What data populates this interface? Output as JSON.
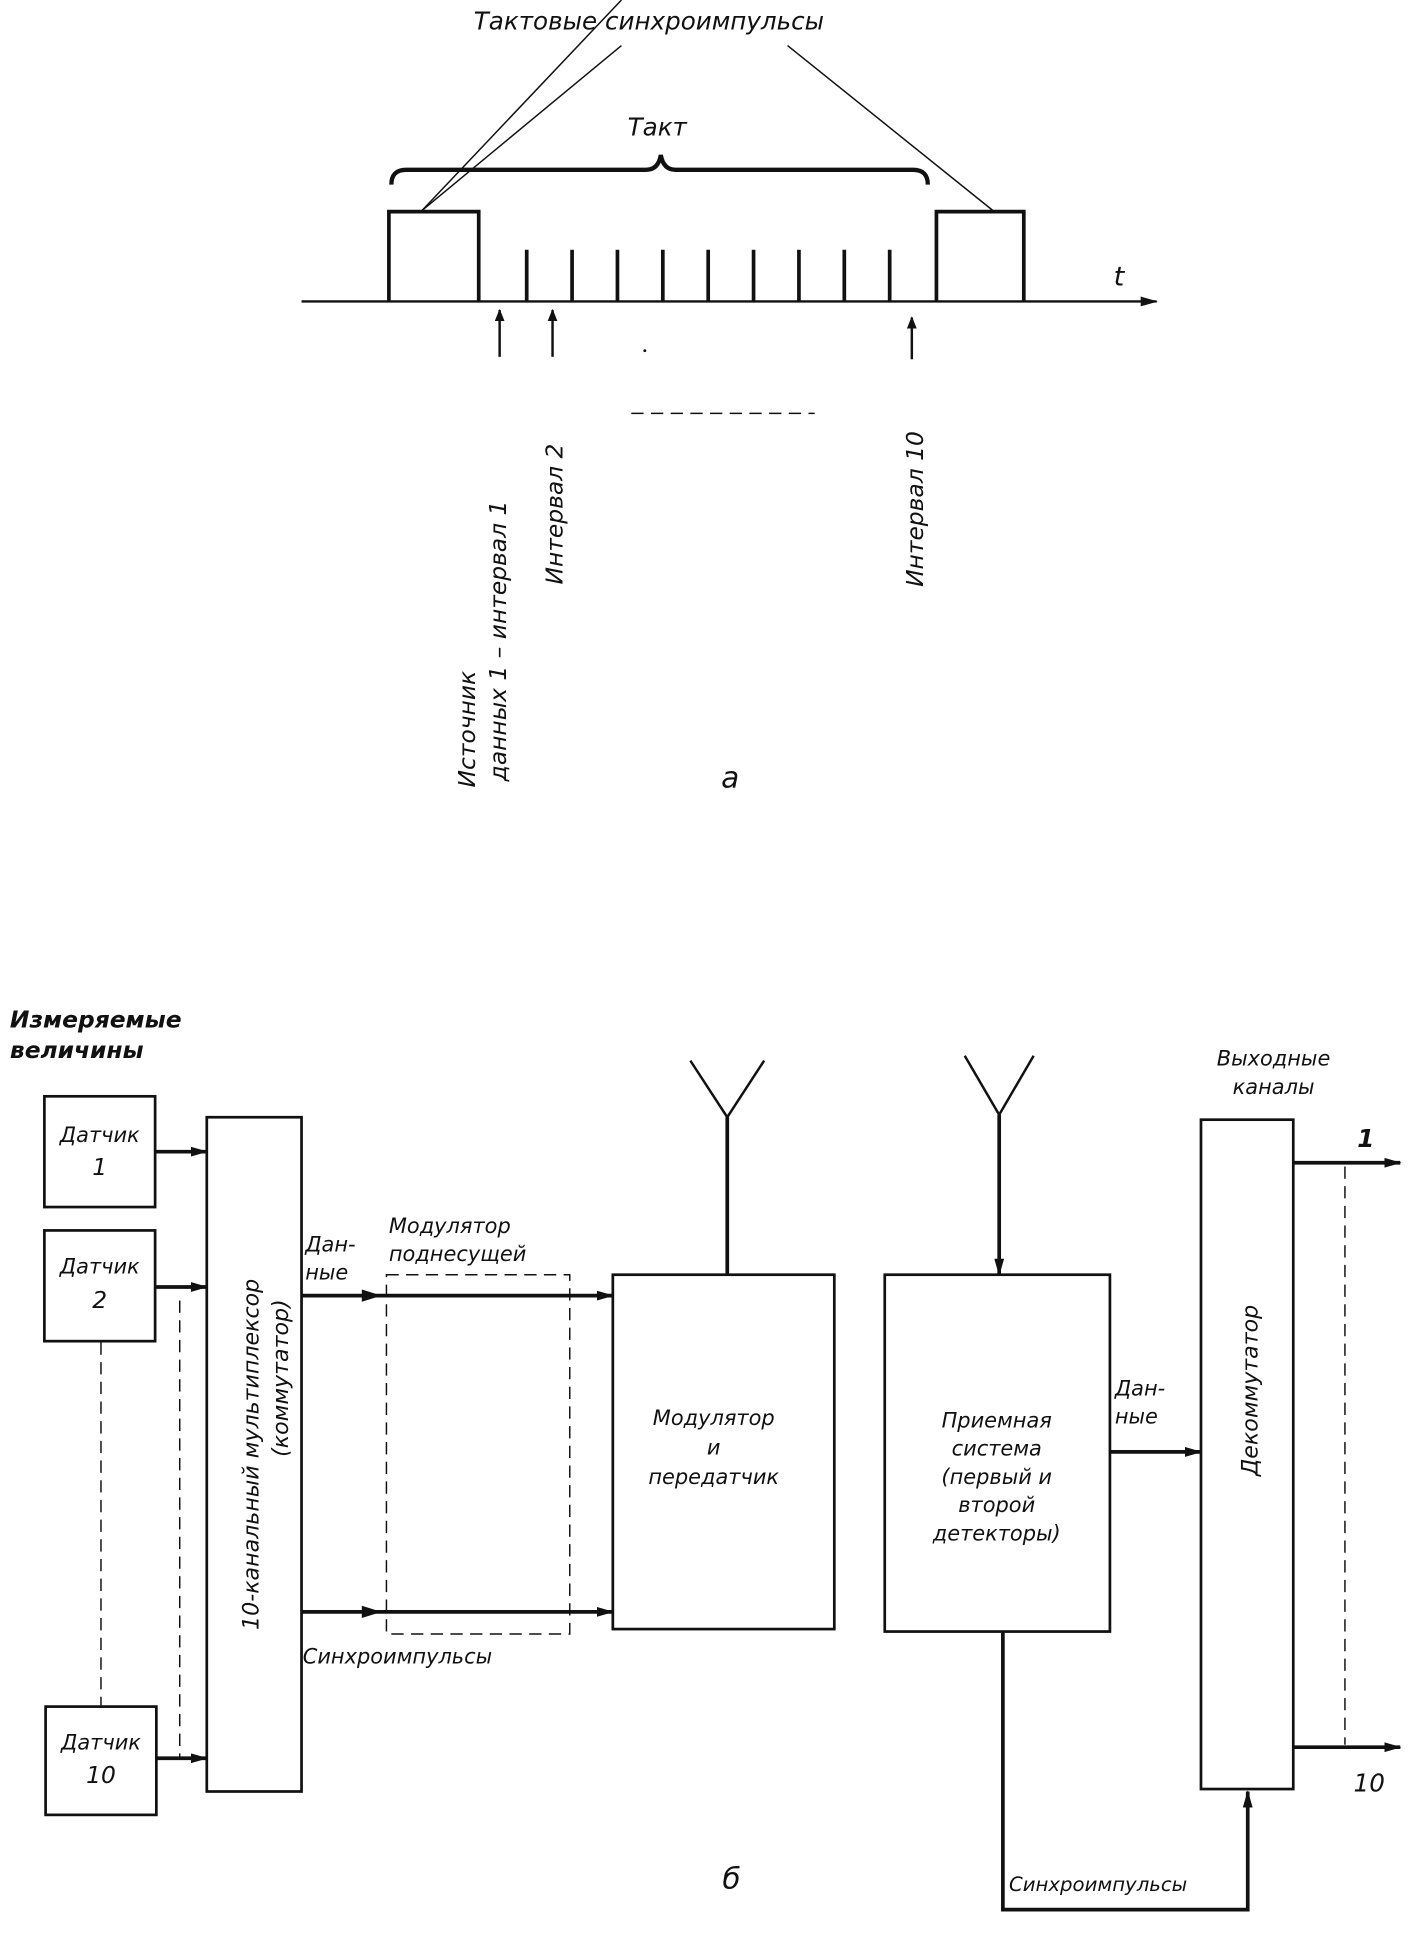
{
  "part_a": {
    "title": "Тактовые   синхроимпульсы",
    "frame_label": "Такт",
    "axis_label": "t",
    "interval_1_line1": "Источник",
    "interval_1_line2": "данных 1 – интервал 1",
    "interval_2": "Интервал 2",
    "interval_10": "Интервал 10",
    "caption": "а",
    "data_pulse_count": 9
  },
  "part_b": {
    "inputs_title_line1": "Измеряемые",
    "inputs_title_line2": "величины",
    "sensors": [
      {
        "line1": "Датчик",
        "line2": "1"
      },
      {
        "line1": "Датчик",
        "line2": "2"
      },
      {
        "line1": "Датчик",
        "line2": "10"
      }
    ],
    "multiplexer_line1": "10-канальный  мультиплексор",
    "multiplexer_line2": "(коммутатор)",
    "data_label_line1": "Дан-",
    "data_label_line2": "ные",
    "subcarrier_line1": "Модулятор",
    "subcarrier_line2": "поднесущей",
    "sync_label": "Синхроимпульсы",
    "transmitter_line1": "Модулятор",
    "transmitter_line2": "и",
    "transmitter_line3": "передатчик",
    "receiver_line1": "Приемная",
    "receiver_line2": "система",
    "receiver_line3": "(первый и",
    "receiver_line4": "второй",
    "receiver_line5": "детекторы)",
    "rx_data_line1": "Дан-",
    "rx_data_line2": "ные",
    "outputs_title_line1": "Выходные",
    "outputs_title_line2": "каналы",
    "decommutator": "Декоммутатор",
    "output_1": "1",
    "output_10": "10",
    "rx_sync_label": "Синхроимпульсы",
    "caption": "б"
  }
}
